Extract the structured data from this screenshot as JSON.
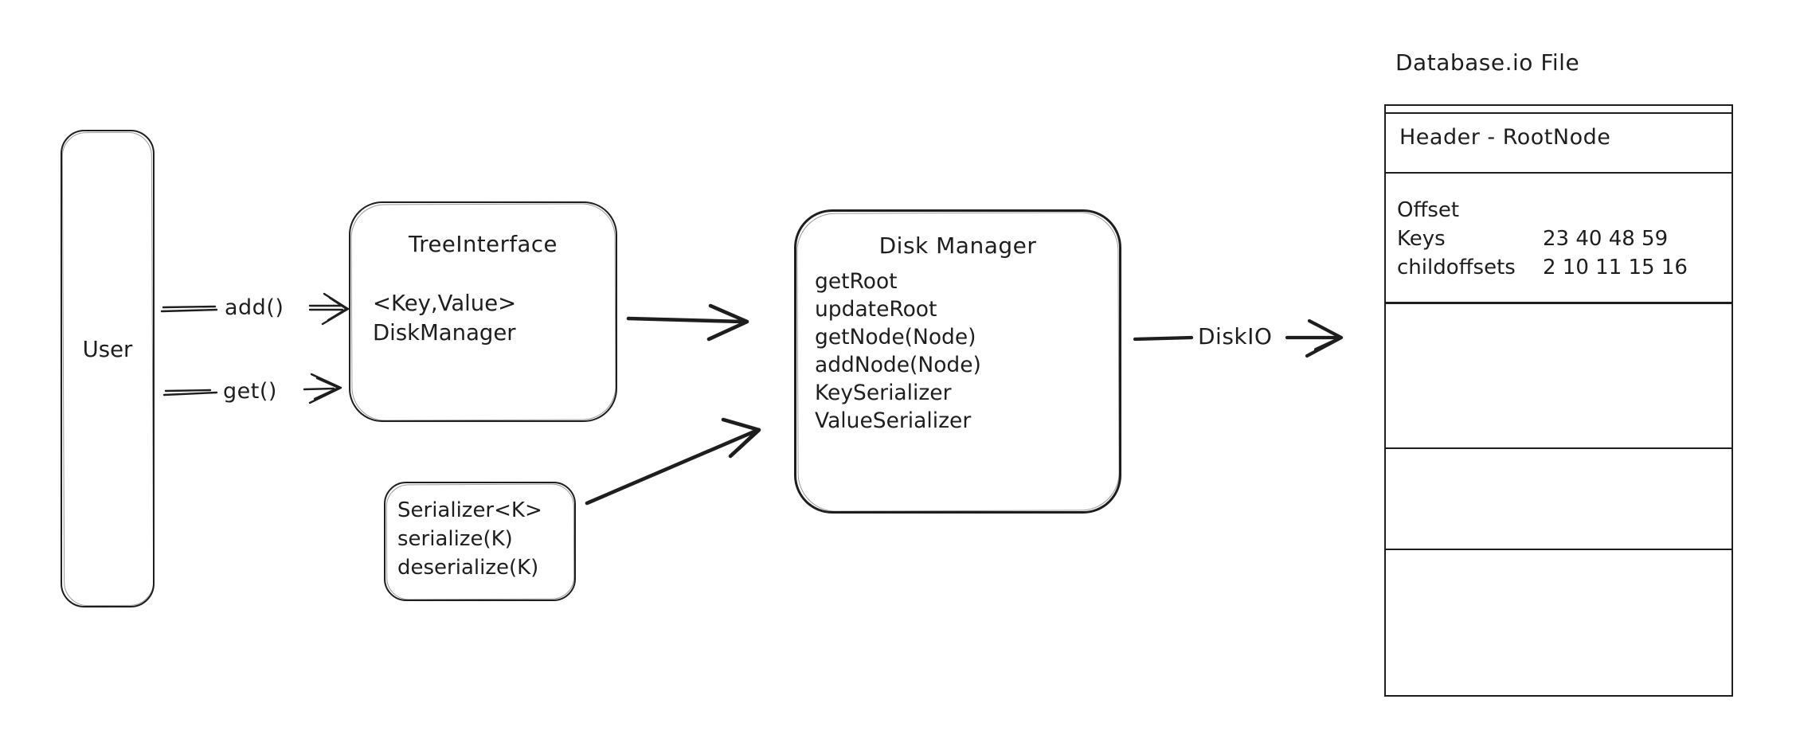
{
  "colors": {
    "stroke": "#1e1e1e",
    "background": "#ffffff"
  },
  "user_box": {
    "label": "User"
  },
  "arrows": {
    "add_label": "add()",
    "get_label": "get()",
    "diskio_label": "DiskIO"
  },
  "tree_interface": {
    "title": "TreeInterface",
    "lines": [
      "<Key,Value>",
      "DiskManager"
    ]
  },
  "serializer_box": {
    "lines": [
      "Serializer<K>",
      "serialize(K)",
      "deserialize(K)"
    ]
  },
  "disk_manager": {
    "title": "Disk Manager",
    "lines": [
      "getRoot",
      "updateRoot",
      "getNode(Node)",
      "addNode(Node)",
      "KeySerializer",
      "ValueSerializer"
    ]
  },
  "file": {
    "title": "Database.io File",
    "header": "Header - RootNode",
    "root_node": {
      "rows": [
        {
          "label": "Offset",
          "values": ""
        },
        {
          "label": "Keys",
          "values": "23 40 48 59"
        },
        {
          "label": "childoffsets",
          "values": "2 10 11 15 16"
        }
      ]
    },
    "empty_block_count": 3
  }
}
